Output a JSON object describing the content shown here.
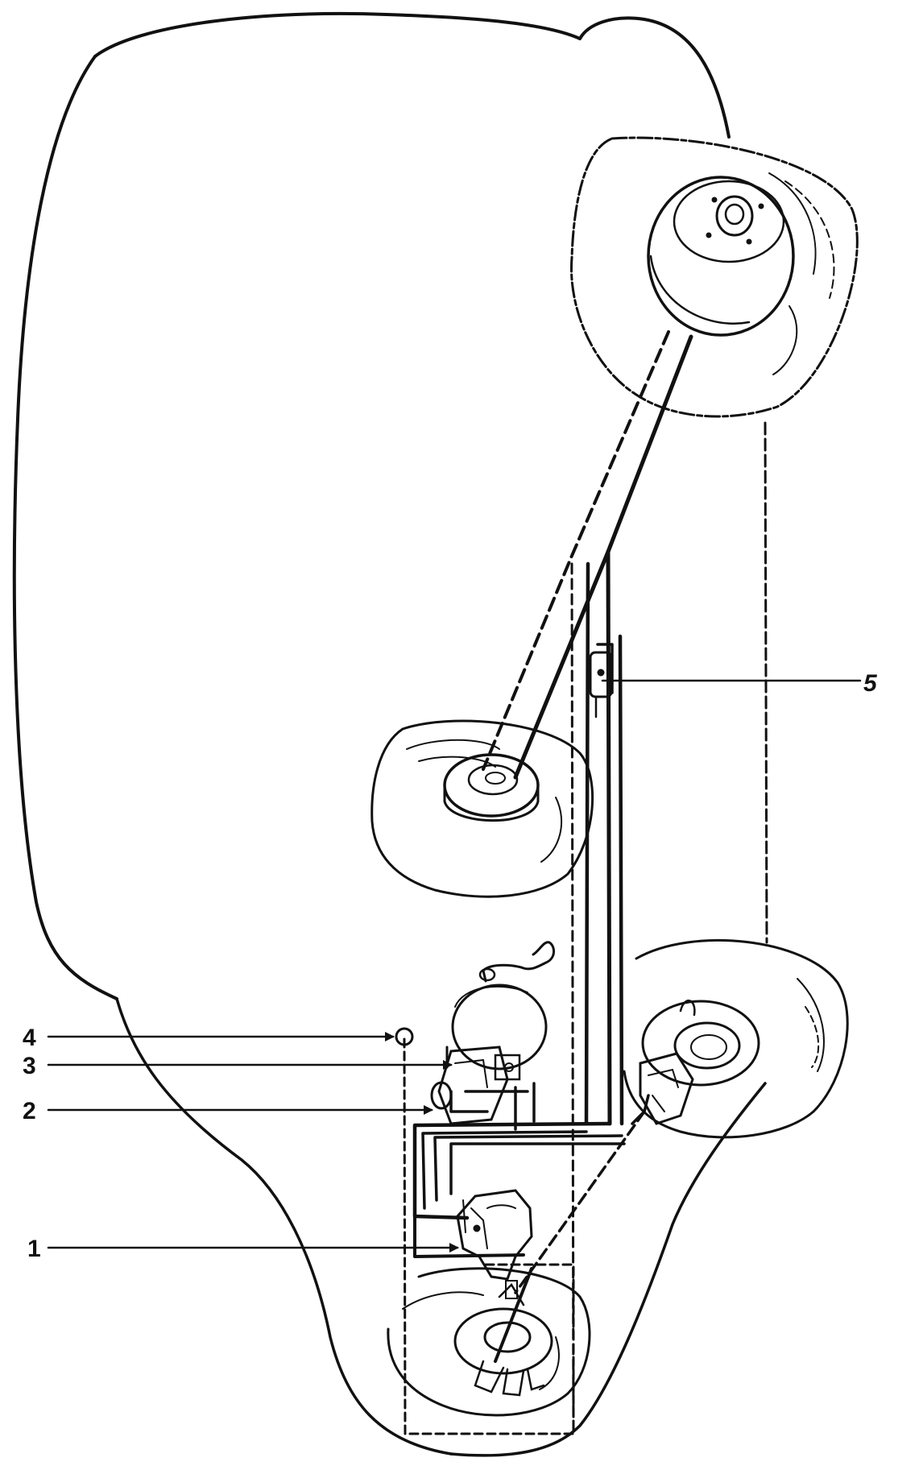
{
  "colors": {
    "ink": "#111111",
    "background": "#ffffff"
  },
  "callouts": [
    {
      "id": "1",
      "label": "1"
    },
    {
      "id": "2",
      "label": "2"
    },
    {
      "id": "3",
      "label": "3"
    },
    {
      "id": "4",
      "label": "4"
    },
    {
      "id": "5",
      "label": "5"
    }
  ]
}
